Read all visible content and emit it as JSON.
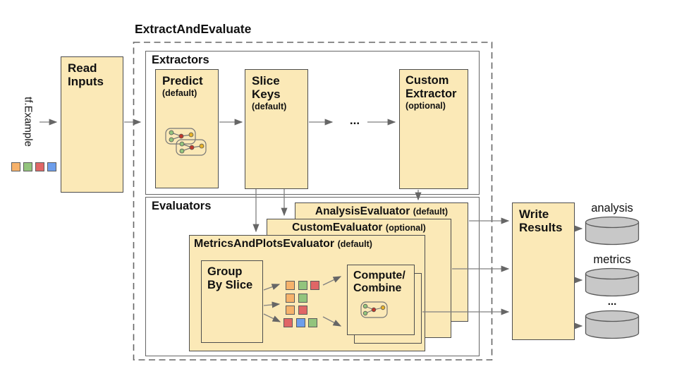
{
  "diagram_title": "ExtractAndEvaluate",
  "input": {
    "stream_label": "tf.Example",
    "squares": [
      "orange",
      "green",
      "red",
      "blue"
    ]
  },
  "read_inputs": {
    "title": "Read\nInputs"
  },
  "extractors": {
    "section_label": "Extractors",
    "predict": {
      "title": "Predict",
      "qualifier": "(default)"
    },
    "slice_keys": {
      "title": "Slice\nKeys",
      "qualifier": "(default)"
    },
    "ellipsis": "...",
    "custom_extractor": {
      "title": "Custom\nExtractor",
      "qualifier": "(optional)"
    }
  },
  "evaluators": {
    "section_label": "Evaluators",
    "analysis_evaluator": {
      "title": "AnalysisEvaluator",
      "qualifier": "(default)"
    },
    "custom_evaluator": {
      "title": "CustomEvaluator",
      "qualifier": "(optional)"
    },
    "metrics_evaluator": {
      "title": "MetricsAndPlotsEvaluator",
      "qualifier": "(default)"
    },
    "group_by_slice": {
      "title": "Group\nBy Slice"
    },
    "compute_combine": {
      "title": "Compute/\nCombine"
    },
    "sliced_rows": [
      [
        "orange",
        "green",
        "red"
      ],
      [
        "orange",
        "green"
      ],
      [
        "orange",
        "red"
      ],
      [
        "red",
        "blue",
        "green"
      ]
    ]
  },
  "write_results": {
    "title": "Write\nResults"
  },
  "outputs": {
    "labels": [
      "analysis",
      "metrics",
      "..."
    ]
  },
  "colors": {
    "box_fill": "#FBE9B7",
    "box_border": "#4d4d4d",
    "arrow": "#808080",
    "dashed_border": "#666666",
    "cylinder_fill": "#C8C8C8",
    "cylinder_border": "#595959",
    "square_orange": "#F6B26B",
    "square_green": "#93C47D",
    "square_red": "#E06666",
    "square_blue": "#6D9EEB",
    "dot_red": "#C0392B",
    "dot_yellow": "#E8B32A"
  }
}
